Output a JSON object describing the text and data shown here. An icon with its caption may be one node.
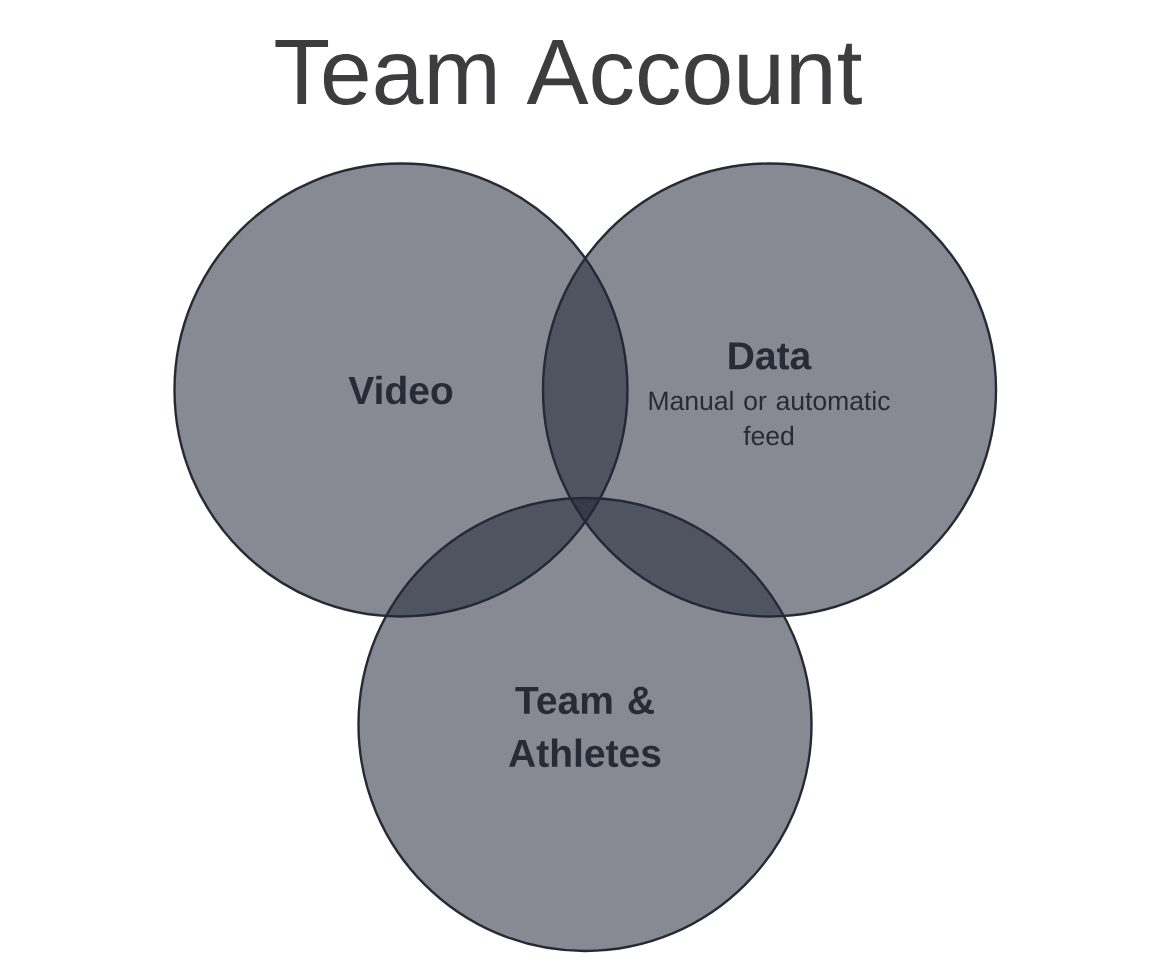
{
  "diagram": {
    "title": "Team Account",
    "nodes": [
      {
        "text": [
          "Video"
        ]
      },
      {
        "text": [
          "Data",
          "Manual or automatic feed"
        ]
      },
      {
        "text": [
          "Team & Athletes"
        ]
      }
    ]
  }
}
